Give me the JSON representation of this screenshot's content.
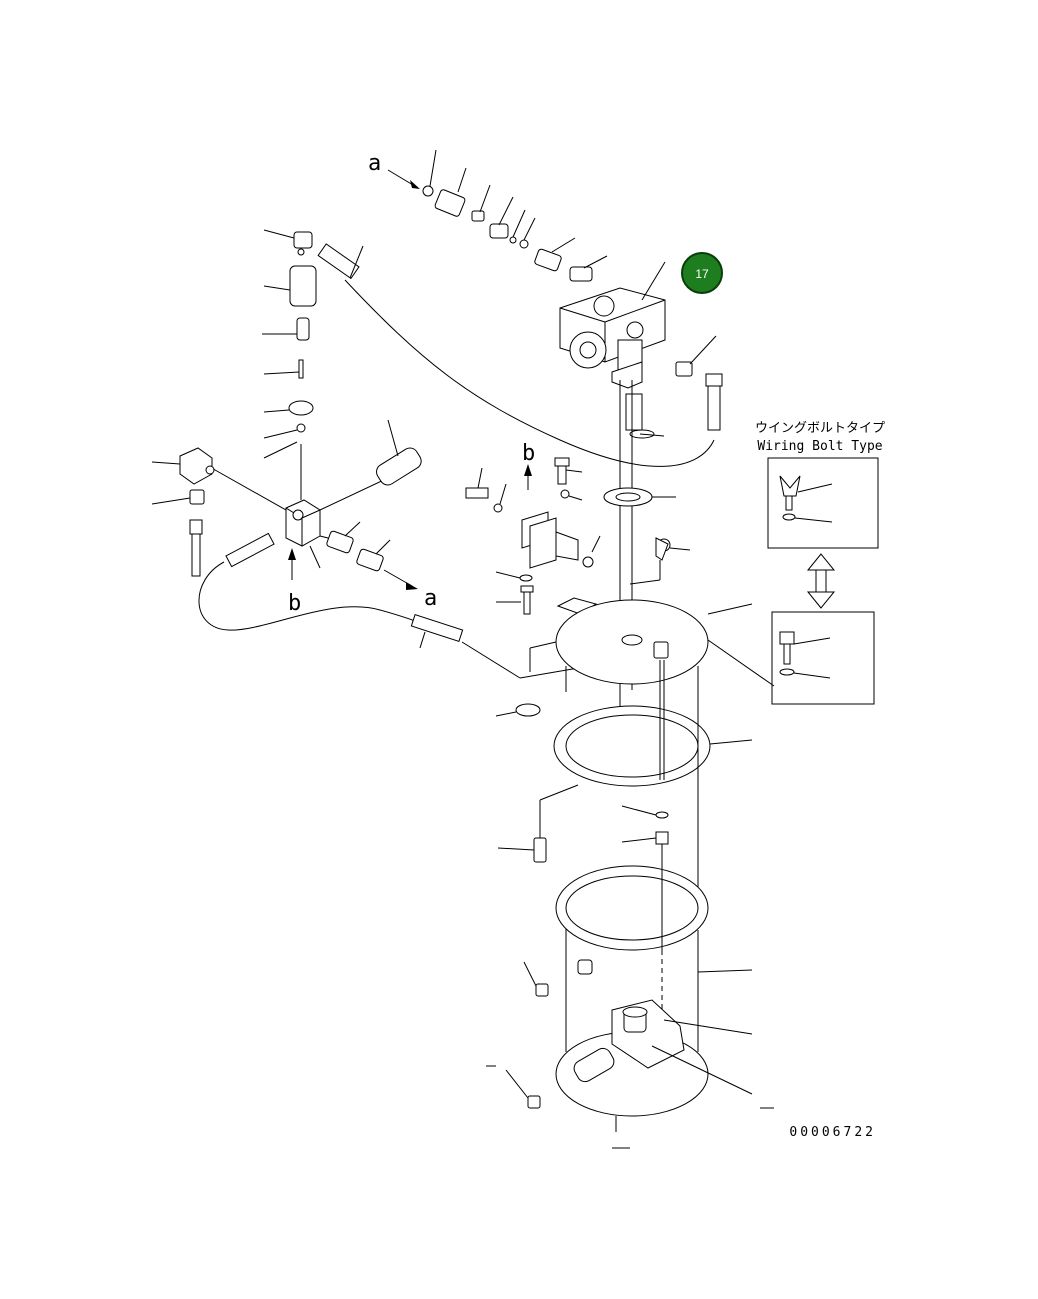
{
  "labels": {
    "arrow_a_top": "a",
    "arrow_a_bottom": "a",
    "arrow_b_top": "b",
    "arrow_b_bottom": "b",
    "wing_bolt_type_jp": "ウイングボルトタイプ",
    "wing_bolt_type_en": "Wiring Bolt Type",
    "drawing_number": "00006722"
  },
  "callout": {
    "number": "17",
    "color": "#1e7d1e",
    "border_color": "#0a3d0a",
    "text_color": "#ffffff"
  }
}
